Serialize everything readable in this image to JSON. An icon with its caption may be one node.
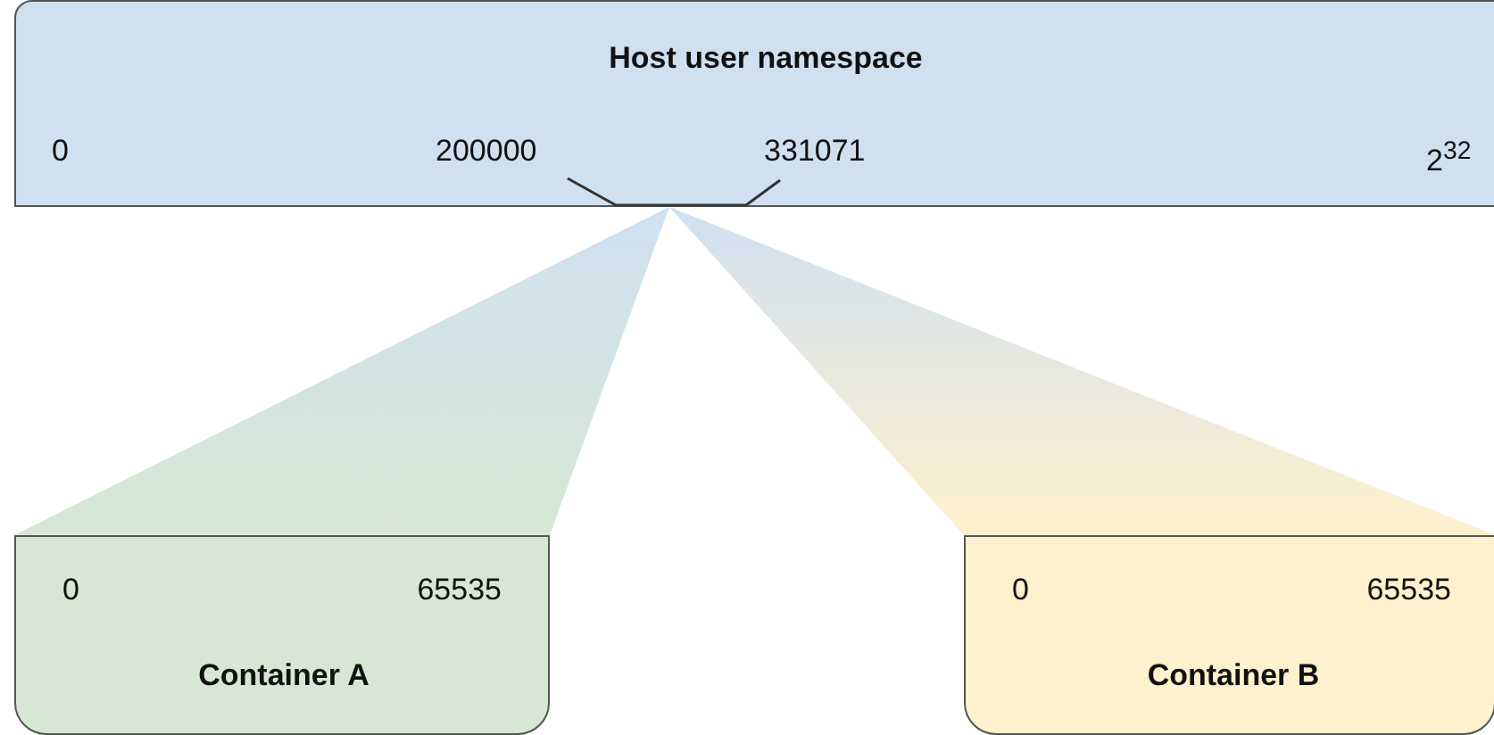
{
  "diagram": {
    "nodes": [
      {
        "text": [
          "Host user namespace",
          "0",
          "200000",
          "331071",
          "2$^{32}$"
        ]
      },
      {
        "text": [
          "0",
          "65535",
          "Container A"
        ]
      },
      {
        "text": [
          "0",
          "65535",
          "Container B"
        ]
      }
    ],
    "edges": [
      {
        "from": 0,
        "to": 1,
        "arrow": "none"
      },
      {
        "from": 0,
        "to": 2,
        "arrow": "none"
      }
    ]
  }
}
